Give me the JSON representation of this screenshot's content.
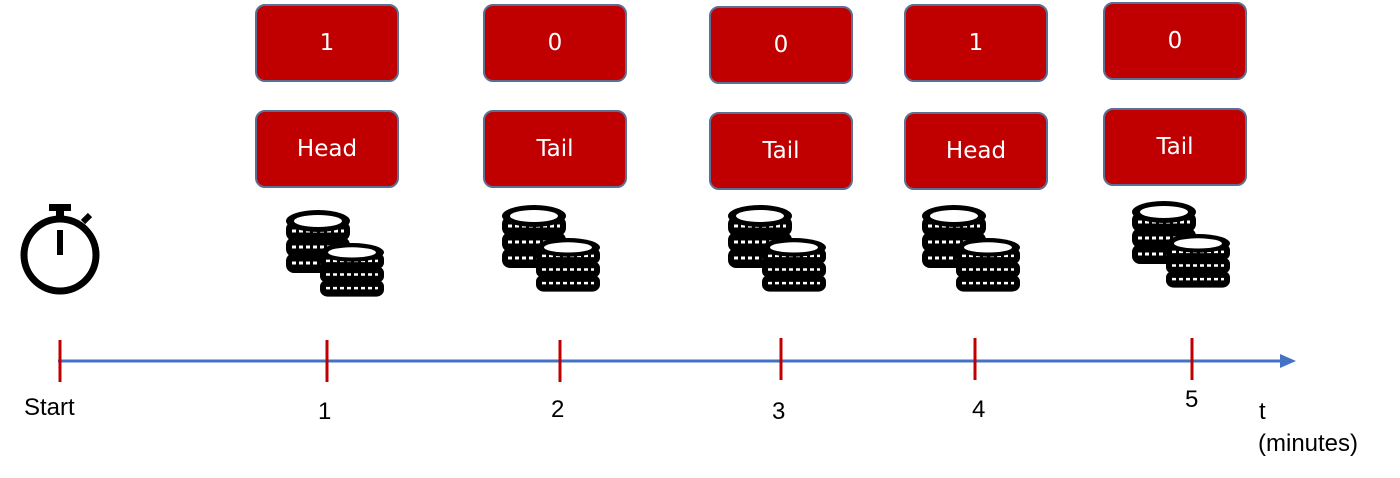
{
  "timeline": {
    "start_label": "Start",
    "axis_label": "t",
    "axis_unit": "(minutes)",
    "axis_color": "#4472c4",
    "tick_color": "#c00000"
  },
  "steps": [
    {
      "tick": "1",
      "bit": "1",
      "outcome": "Head"
    },
    {
      "tick": "2",
      "bit": "0",
      "outcome": "Tail"
    },
    {
      "tick": "3",
      "bit": "0",
      "outcome": "Tail"
    },
    {
      "tick": "4",
      "bit": "1",
      "outcome": "Head"
    },
    {
      "tick": "5",
      "bit": "0",
      "outcome": "Tail"
    }
  ],
  "box_color": "#c00000",
  "icons": {
    "start": "stopwatch-icon",
    "step": "coins-icon"
  }
}
